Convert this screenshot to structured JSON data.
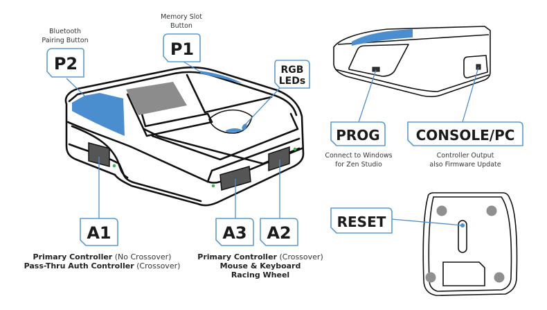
{
  "colors": {
    "accent_blue": "#4a8ed0",
    "callout_border": "#5b9bd5",
    "outline": "#111111",
    "port_gray": "#555555",
    "screen_gray": "#8c8c8c",
    "foot_gray": "#8f8f8f",
    "led_green": "#3bb54a"
  },
  "callouts": {
    "p2": {
      "label": "P2",
      "caption_lines": [
        "Bluetooth",
        "Pairing Button"
      ]
    },
    "p1": {
      "label": "P1",
      "caption_lines": [
        "Memory Slot",
        "Button"
      ]
    },
    "rgb": {
      "label_lines": [
        "RGB",
        "LEDs"
      ]
    },
    "a1": {
      "label": "A1",
      "caption": [
        {
          "bold": "Primary Controller",
          "light": " (No Crossover)"
        },
        {
          "bold": "Pass-Thru Auth Controller",
          "light": " (Crossover)"
        }
      ]
    },
    "a3": {
      "label": "A3"
    },
    "a2": {
      "label": "A2",
      "caption": [
        {
          "bold": "Primary Controller",
          "light": " (Crossover)"
        },
        {
          "bold": "Mouse & Keyboard",
          "light": ""
        },
        {
          "bold": "Racing Wheel",
          "light": ""
        }
      ]
    },
    "prog": {
      "label": "PROG",
      "caption_lines": [
        "Connect to Windows",
        "for Zen Studio"
      ]
    },
    "console": {
      "label": "CONSOLE/PC",
      "caption_lines": [
        "Controller Output",
        "also Firmware Update"
      ]
    },
    "reset": {
      "label": "RESET"
    }
  },
  "icons": {
    "device_main": "device-top-view-illustration",
    "device_rear": "device-rear-view-illustration",
    "device_bottom": "device-bottom-view-illustration"
  }
}
